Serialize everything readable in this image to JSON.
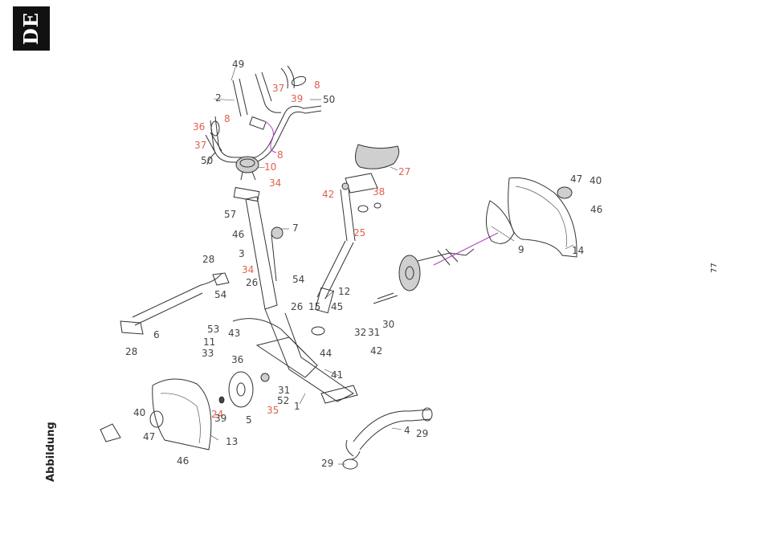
{
  "tab": {
    "text": "DE"
  },
  "caption": "Abbildung",
  "page_number": "77",
  "labels": [
    {
      "text": "49",
      "color": "dark"
    },
    {
      "text": "37",
      "color": "red"
    },
    {
      "text": "8",
      "color": "red"
    },
    {
      "text": "2",
      "color": "dark"
    },
    {
      "text": "39",
      "color": "red"
    },
    {
      "text": "50",
      "color": "dark"
    },
    {
      "text": "36",
      "color": "red"
    },
    {
      "text": "8",
      "color": "red"
    },
    {
      "text": "37",
      "color": "red"
    },
    {
      "text": "8",
      "color": "red"
    },
    {
      "text": "50",
      "color": "dark"
    },
    {
      "text": "10",
      "color": "red"
    },
    {
      "text": "34",
      "color": "red"
    },
    {
      "text": "27",
      "color": "red"
    },
    {
      "text": "42",
      "color": "red"
    },
    {
      "text": "38",
      "color": "red"
    },
    {
      "text": "47",
      "color": "dark"
    },
    {
      "text": "40",
      "color": "dark"
    },
    {
      "text": "46",
      "color": "dark"
    },
    {
      "text": "57",
      "color": "dark"
    },
    {
      "text": "46",
      "color": "dark"
    },
    {
      "text": "7",
      "color": "dark"
    },
    {
      "text": "25",
      "color": "red"
    },
    {
      "text": "9",
      "color": "dark"
    },
    {
      "text": "14",
      "color": "dark"
    },
    {
      "text": "3",
      "color": "dark"
    },
    {
      "text": "28",
      "color": "dark"
    },
    {
      "text": "34",
      "color": "red"
    },
    {
      "text": "26",
      "color": "dark"
    },
    {
      "text": "54",
      "color": "dark"
    },
    {
      "text": "12",
      "color": "dark"
    },
    {
      "text": "54",
      "color": "dark"
    },
    {
      "text": "26",
      "color": "dark"
    },
    {
      "text": "15",
      "color": "dark"
    },
    {
      "text": "45",
      "color": "dark"
    },
    {
      "text": "30",
      "color": "dark"
    },
    {
      "text": "53",
      "color": "dark"
    },
    {
      "text": "32",
      "color": "dark"
    },
    {
      "text": "31",
      "color": "dark"
    },
    {
      "text": "6",
      "color": "dark"
    },
    {
      "text": "43",
      "color": "dark"
    },
    {
      "text": "11",
      "color": "dark"
    },
    {
      "text": "42",
      "color": "dark"
    },
    {
      "text": "33",
      "color": "dark"
    },
    {
      "text": "28",
      "color": "dark"
    },
    {
      "text": "36",
      "color": "dark"
    },
    {
      "text": "44",
      "color": "dark"
    },
    {
      "text": "41",
      "color": "dark"
    },
    {
      "text": "31",
      "color": "dark"
    },
    {
      "text": "52",
      "color": "dark"
    },
    {
      "text": "35",
      "color": "red"
    },
    {
      "text": "40",
      "color": "dark"
    },
    {
      "text": "24",
      "color": "red"
    },
    {
      "text": "39",
      "color": "dark"
    },
    {
      "text": "5",
      "color": "dark"
    },
    {
      "text": "1",
      "color": "dark"
    },
    {
      "text": "47",
      "color": "dark"
    },
    {
      "text": "13",
      "color": "dark"
    },
    {
      "text": "4",
      "color": "dark"
    },
    {
      "text": "29",
      "color": "dark"
    },
    {
      "text": "46",
      "color": "dark"
    },
    {
      "text": "29",
      "color": "dark"
    }
  ]
}
